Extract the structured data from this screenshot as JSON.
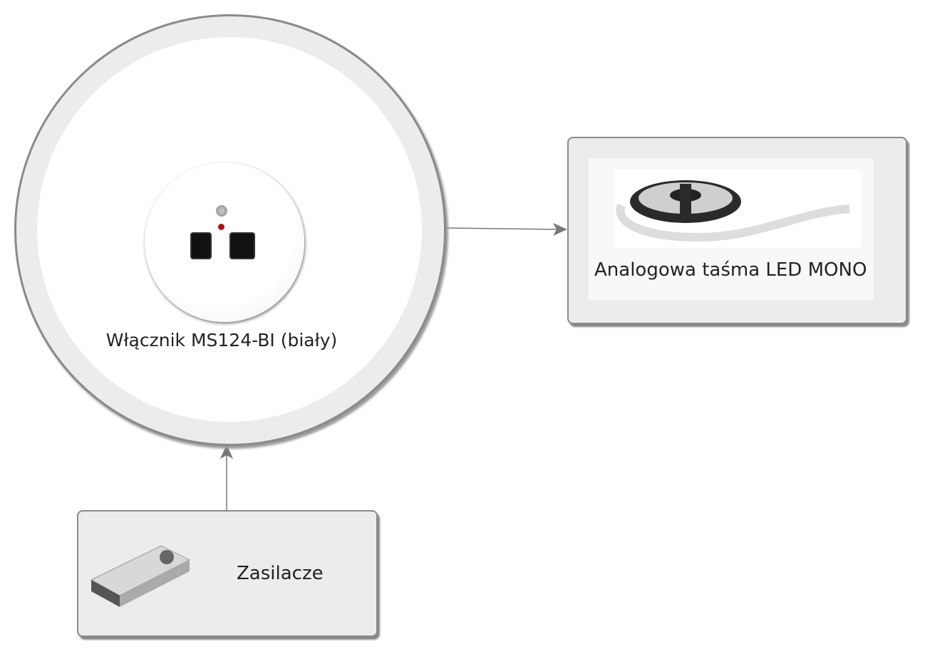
{
  "nodes": {
    "switch": {
      "label": "Włącznik MS124-BI (biały)"
    },
    "led_strip": {
      "label": "Analogowa taśma LED MONO"
    },
    "power_supply": {
      "label": "Zasilacze"
    }
  },
  "edges": [
    {
      "from": "switch",
      "to": "led_strip"
    },
    {
      "from": "power_supply",
      "to": "switch"
    }
  ],
  "colors": {
    "line": "#777777",
    "border": "#8a8a8a",
    "fill": "#ececec"
  }
}
